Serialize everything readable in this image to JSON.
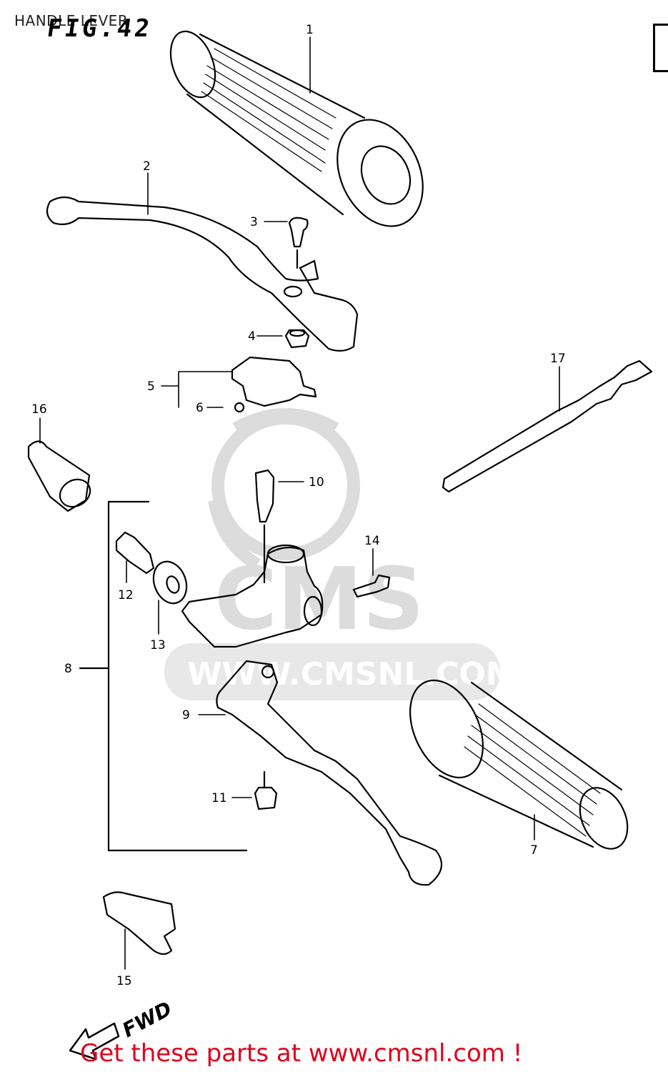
{
  "header": {
    "title": "HANDLE LEVER",
    "figure": "FIG.42"
  },
  "watermark": {
    "brand": "CMS",
    "site": "WWW.CMSNL.COM"
  },
  "callouts": [
    "1",
    "2",
    "3",
    "4",
    "5",
    "6",
    "7",
    "8",
    "9",
    "10",
    "11",
    "12",
    "13",
    "14",
    "15",
    "16",
    "17"
  ],
  "direction": "FWD",
  "footer": {
    "promo": "Get these parts at www.cmsnl.com !"
  },
  "colors": {
    "promo": "#e0001b",
    "line": "#000000",
    "watermark": "#d9d9d9"
  }
}
